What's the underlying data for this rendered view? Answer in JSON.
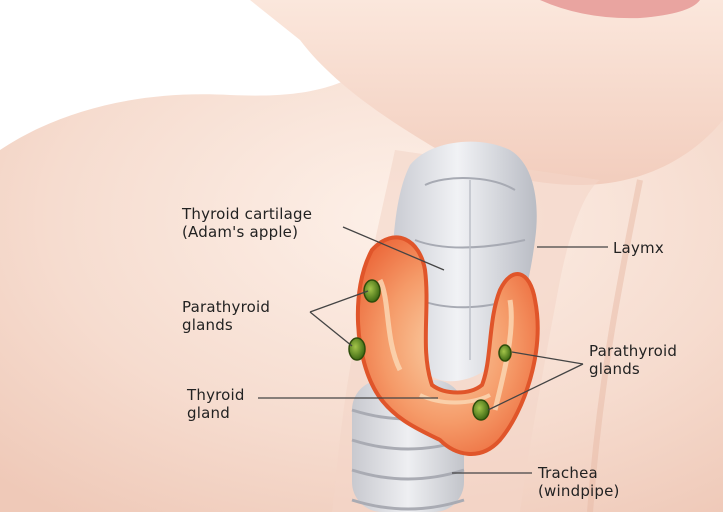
{
  "labels": {
    "thyroid_cartilage": [
      "Thyroid cartilage",
      "(Adam's apple)"
    ],
    "larynx": "Laymx",
    "parathyroid_left": [
      "Parathyroid",
      "glands"
    ],
    "parathyroid_right": [
      "Parathyroid",
      "glands"
    ],
    "thyroid_gland": [
      "Thyroid",
      "gland"
    ],
    "trachea": [
      "Trachea",
      "(windpipe)"
    ]
  },
  "colors": {
    "skin_light": "#fbe9e0",
    "skin_mid": "#f3d2c4",
    "skin_shadow": "#e8b8a6",
    "cartilage": "#dcdde2",
    "thyroid": "#f07848",
    "thyroid_light": "#f8c79a",
    "parathyroid": "#5f8a25",
    "leader": "#444444"
  }
}
